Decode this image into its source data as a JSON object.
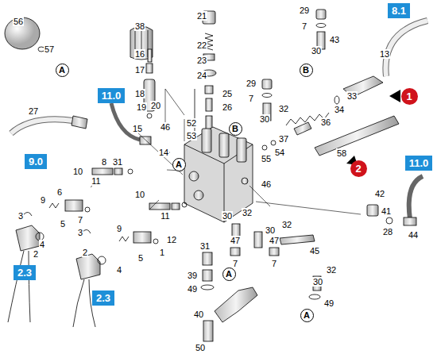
{
  "diagram": {
    "nodes": [
      {
        "text": [
          "8.1"
        ]
      },
      {
        "text": [
          "A"
        ]
      },
      {
        "text": [
          "B"
        ]
      },
      {
        "text": [
          "11.0"
        ]
      },
      {
        "text": [
          "1"
        ]
      },
      {
        "text": [
          "B"
        ]
      },
      {
        "text": [
          "9.0"
        ]
      },
      {
        "text": [
          "11.0"
        ]
      },
      {
        "text": [
          "A"
        ]
      },
      {
        "text": [
          "2"
        ]
      },
      {
        "text": [
          "2.3"
        ]
      },
      {
        "text": [
          "A"
        ]
      },
      {
        "text": [
          "2.3"
        ]
      },
      {
        "text": [
          "A"
        ]
      }
    ],
    "labels": [
      "56",
      "57",
      "38",
      "21",
      "29",
      "7",
      "43",
      "30",
      "16",
      "22",
      "13",
      "17",
      "23",
      "24",
      "18",
      "25",
      "29",
      "7",
      "32",
      "30",
      "33",
      "34",
      "19",
      "20",
      "26",
      "36",
      "27",
      "15",
      "46",
      "52",
      "53",
      "37",
      "54",
      "55",
      "58",
      "14",
      "8",
      "31",
      "10",
      "11",
      "46",
      "42",
      "6",
      "9",
      "7",
      "10",
      "11",
      "41",
      "32",
      "30",
      "32",
      "30",
      "28",
      "44",
      "3",
      "5",
      "4",
      "2",
      "9",
      "12",
      "1",
      "45",
      "47",
      "47",
      "3",
      "2",
      "5",
      "31",
      "7",
      "7",
      "4",
      "39",
      "32",
      "30",
      "49",
      "49",
      "40",
      "50"
    ]
  }
}
